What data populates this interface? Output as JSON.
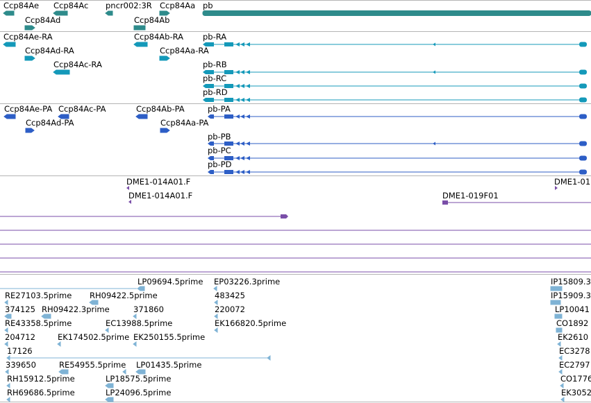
{
  "colors": {
    "gene": "#2e8b8b",
    "mrna": "#1499b9",
    "protein": "#2d5ec6",
    "clone": "#7a4ea8",
    "est": "#7fb3d5",
    "separator": "#b4b4b4"
  },
  "tracks": {
    "gene": {
      "labels": {
        "g1": "Ccp84Ae",
        "g2": "Ccp84Ac",
        "g3": "pncr002:3R",
        "g4": "Ccp84Aa",
        "g5": "pb",
        "g6": "Ccp84Ad",
        "g7": "Ccp84Ab"
      }
    },
    "mrna": {
      "labels": {
        "m1": "Ccp84Ae-RA",
        "m2": "Ccp84Ab-RA",
        "m3": "pb-RA",
        "m4": "Ccp84Ad-RA",
        "m5": "Ccp84Aa-RA",
        "m6": "Ccp84Ac-RA",
        "m7": "pb-RB",
        "m8": "pb-RC",
        "m9": "pb-RD"
      }
    },
    "protein": {
      "labels": {
        "p1": "Ccp84Ae-PA",
        "p2": "Ccp84Ac-PA",
        "p3": "Ccp84Ab-PA",
        "p4": "pb-PA",
        "p5": "Ccp84Ad-PA",
        "p6": "Ccp84Aa-PA",
        "p7": "pb-PB",
        "p8": "pb-PC",
        "p9": "pb-PD"
      }
    },
    "clone": {
      "labels": {
        "c1": "DME1-014A01.F",
        "c2": "DME1-014A01.F",
        "c3": "DME1-01",
        "c4": "DME1-019F01"
      }
    },
    "est": {
      "labels": {
        "e1": "LP09694.5prime",
        "e2": "EP03226.3prime",
        "e3": "IP15809.3",
        "e4": "RE27103.5prime",
        "e5": "RH09422.5prime",
        "e6": "483425",
        "e7": "IP15909.3",
        "e8": "374125",
        "e9": "RH09422.3prime",
        "e10": "371860",
        "e11": "220072",
        "e12": "LP10041",
        "e13": "RE43358.5prime",
        "e14": "EC13988.5prime",
        "e15": "EK166820.5prime",
        "e16": "CO1892",
        "e17": "204712",
        "e18": "EK174502.5prime",
        "e19": "EK250155.5prime",
        "e20": "EK2610",
        "e21": "17126",
        "e22": "EC3278",
        "e23": "339650",
        "e24": "RE54955.5prime",
        "e25": "LP01435.5prime",
        "e26": "EC2797",
        "e27": "RH15912.5prime",
        "e28": "LP18575.5prime",
        "e29": "CO1776",
        "e30": "RH69686.5prime",
        "e31": "LP24096.5prime",
        "e32": "EK3052"
      }
    }
  }
}
